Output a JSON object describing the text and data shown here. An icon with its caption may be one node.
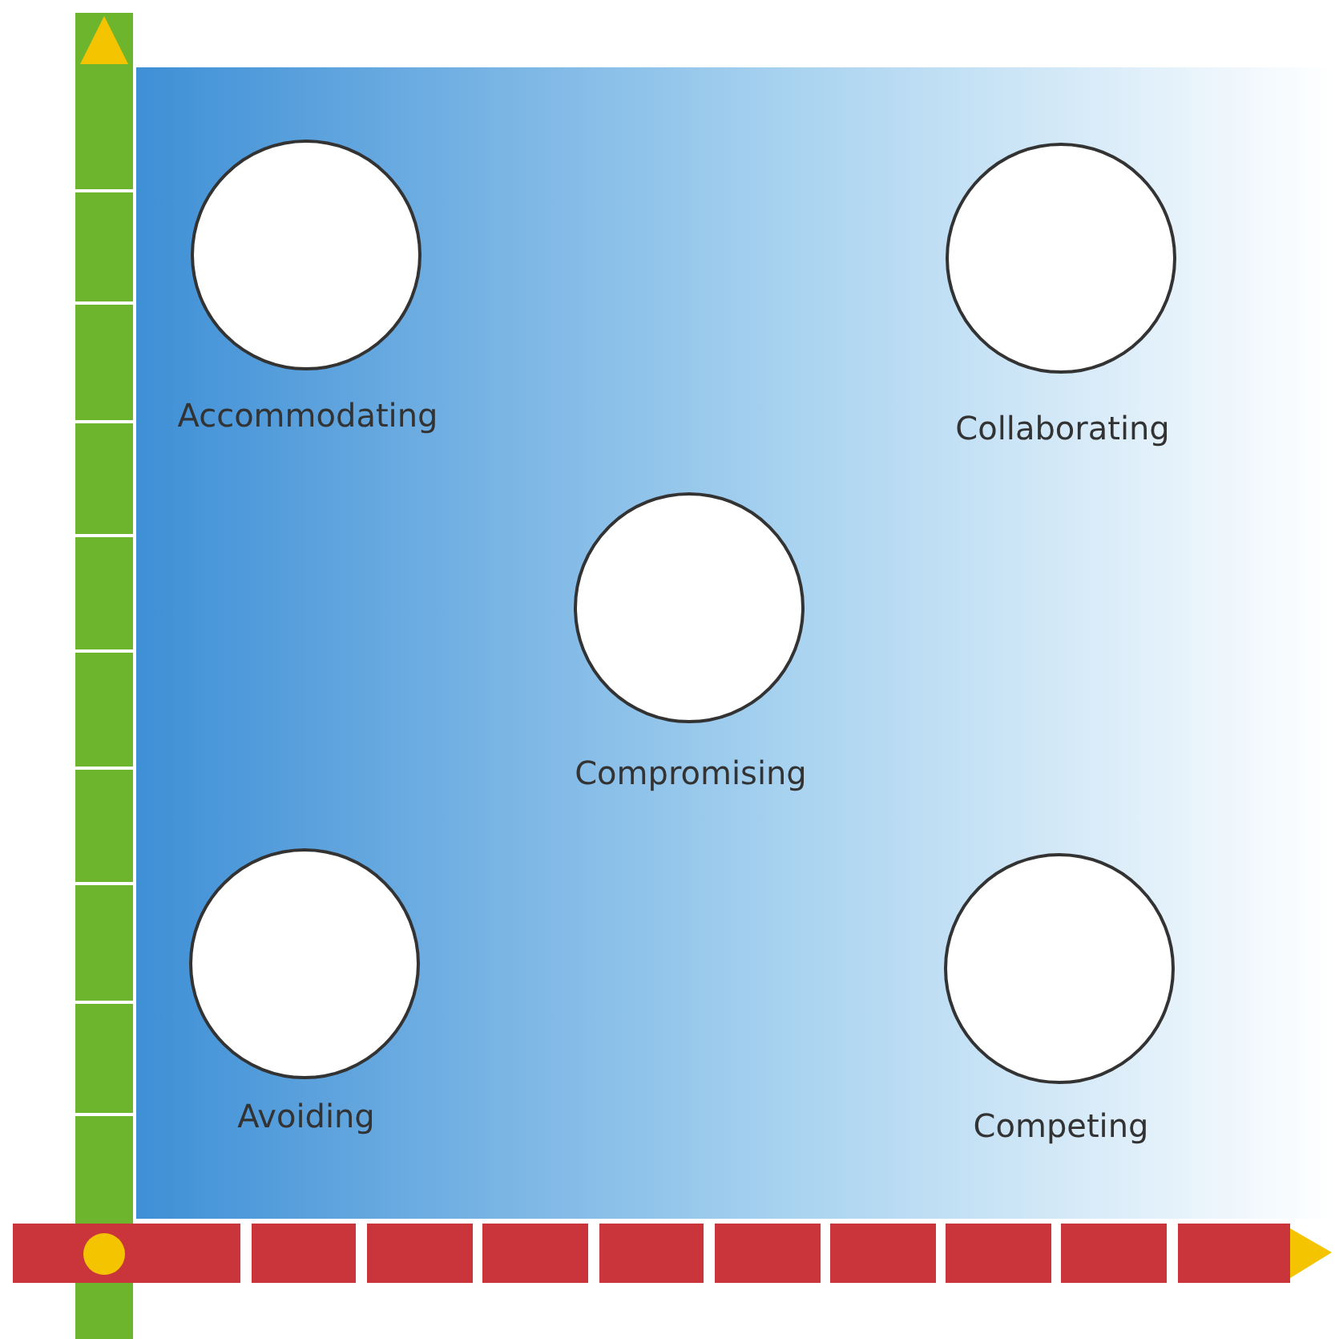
{
  "diagram": {
    "nodes": [
      {
        "text": [
          "Accommodating"
        ]
      },
      {
        "text": [
          "Collaborating"
        ]
      },
      {
        "text": [
          "Compromising"
        ]
      },
      {
        "text": [
          "Avoiding"
        ]
      },
      {
        "text": [
          "Competing"
        ]
      }
    ],
    "edges": []
  }
}
